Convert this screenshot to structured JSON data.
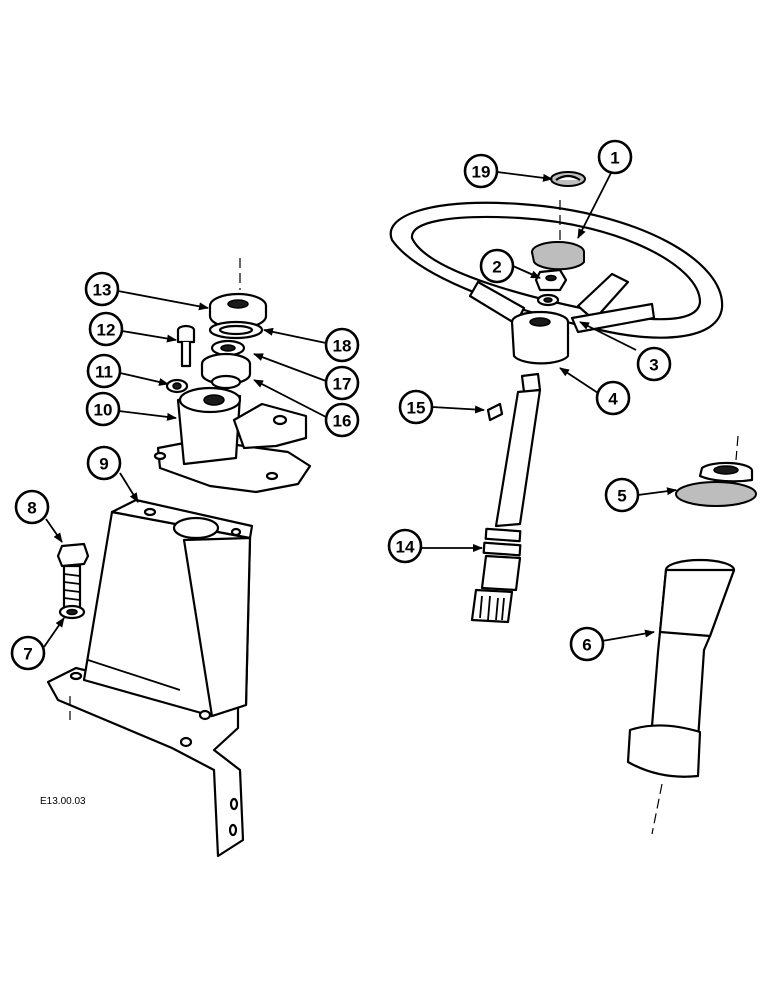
{
  "drawing_code": "E13.00.03",
  "callouts": [
    "1",
    "2",
    "3",
    "4",
    "5",
    "6",
    "7",
    "8",
    "9",
    "10",
    "11",
    "12",
    "13",
    "14",
    "15",
    "16",
    "17",
    "18",
    "19"
  ]
}
